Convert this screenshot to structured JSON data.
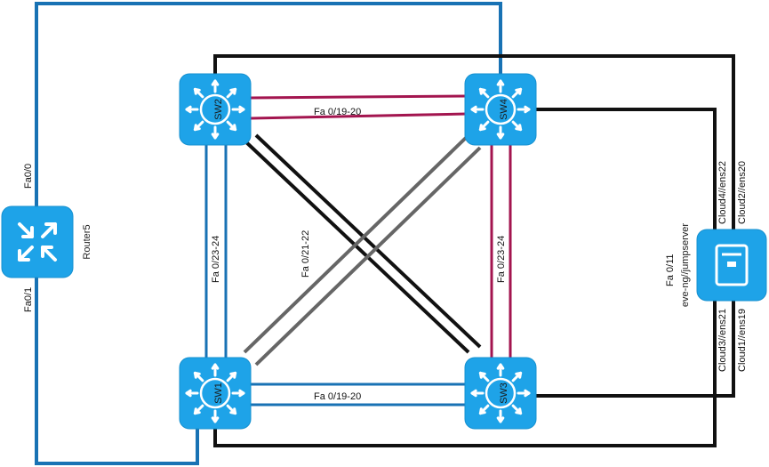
{
  "colors": {
    "device_fill": "#1ea3e8",
    "device_stroke": "#ffffff",
    "link_blue": "#1872b4",
    "link_crimson": "#a3154f",
    "link_black": "#111111",
    "link_gray": "#666666",
    "background": "#ffffff"
  },
  "devices": {
    "sw1": {
      "label": "SW1",
      "icon": "multilayer-switch-icon"
    },
    "sw2": {
      "label": "SW2",
      "icon": "multilayer-switch-icon"
    },
    "sw3": {
      "label": "SW3",
      "icon": "multilayer-switch-icon"
    },
    "sw4": {
      "label": "SW4",
      "icon": "multilayer-switch-icon"
    },
    "router5": {
      "label": "Router5",
      "icon": "router-icon"
    },
    "server": {
      "label": "eve-ng//jumpserver",
      "icon": "server-icon"
    }
  },
  "links": {
    "sw2_sw4": "Fa 0/19-20",
    "sw1_sw3": "Fa 0/19-20",
    "sw2_sw1": "Fa 0/23-24",
    "sw4_sw3": "Fa 0/23-24",
    "cross": "Fa 0/21-22",
    "router_top": "Fa0/0",
    "router_bottom": "Fa0/1",
    "server_port": "Fa 0/11",
    "cloud4": "Cloud4//ens22",
    "cloud2": "Cloud2//ens20",
    "cloud3": "Cloud3//ens21",
    "cloud1": "Cloud1//ens19"
  }
}
